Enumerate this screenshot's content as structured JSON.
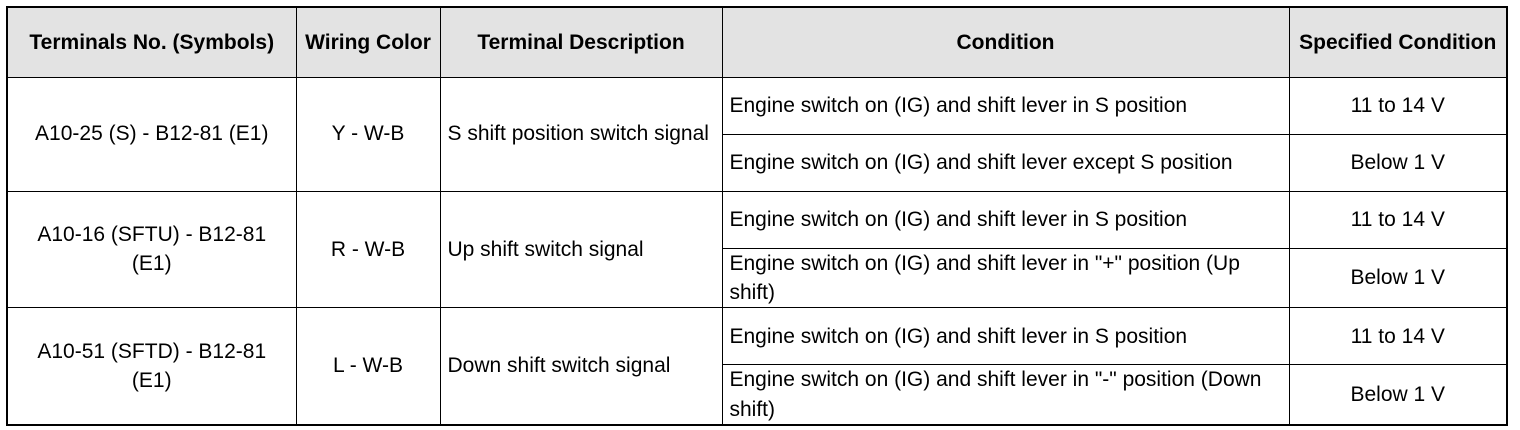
{
  "table": {
    "headers": [
      "Terminals No. (Symbols)",
      "Wiring Color",
      "Terminal Description",
      "Condition",
      "Specified Condition"
    ],
    "groups": [
      {
        "terminals": "A10-25 (S) - B12-81 (E1)",
        "wiring_color": "Y - W-B",
        "description": "S shift position switch signal",
        "rows": [
          {
            "condition": "Engine switch on (IG) and shift lever in S position",
            "specified": "11 to 14 V"
          },
          {
            "condition": "Engine switch on (IG) and shift lever except S position",
            "specified": "Below 1 V"
          }
        ]
      },
      {
        "terminals": "A10-16 (SFTU) - B12-81 (E1)",
        "wiring_color": "R - W-B",
        "description": "Up shift switch signal",
        "rows": [
          {
            "condition": "Engine switch on (IG) and shift lever in S position",
            "specified": "11 to 14 V"
          },
          {
            "condition": "Engine switch on (IG) and shift lever in \"+\" position (Up shift)",
            "specified": "Below 1 V"
          }
        ]
      },
      {
        "terminals": "A10-51 (SFTD) - B12-81 (E1)",
        "wiring_color": "L - W-B",
        "description": "Down shift switch signal",
        "rows": [
          {
            "condition": "Engine switch on (IG) and shift lever in S position",
            "specified": "11 to 14 V"
          },
          {
            "condition": "Engine switch on (IG) and shift lever in \"-\" position (Down shift)",
            "specified": "Below 1 V"
          }
        ]
      }
    ]
  }
}
